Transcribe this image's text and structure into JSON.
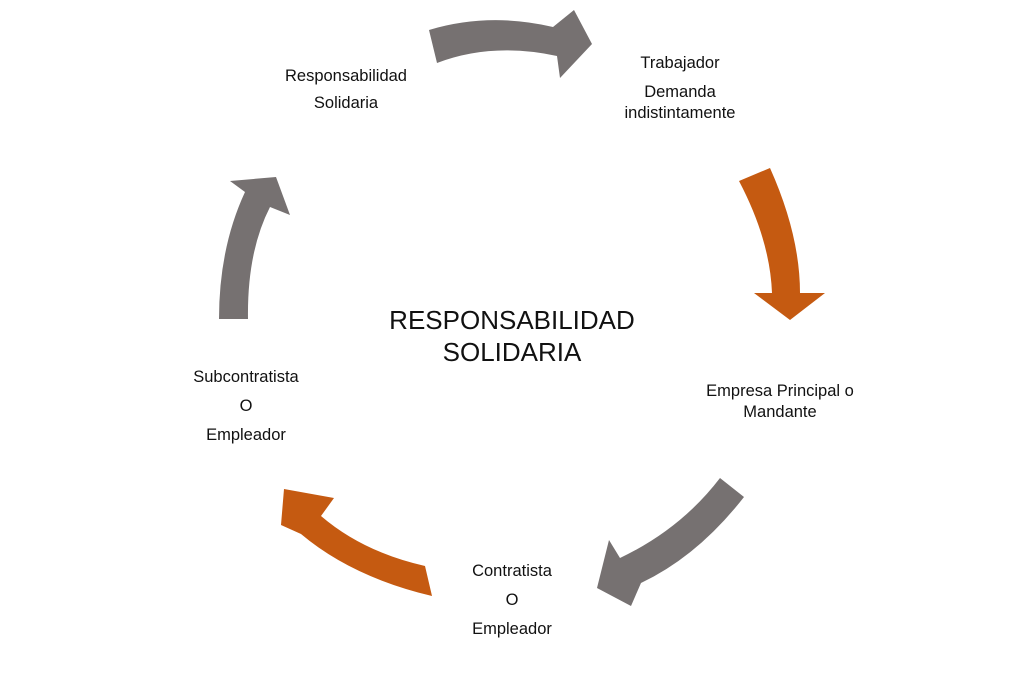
{
  "diagram": {
    "center_title": [
      "RESPONSABILIDAD",
      "SOLIDARIA"
    ],
    "nodes": {
      "responsabilidad": [
        "Responsabilidad",
        "Solidaria"
      ],
      "trabajador": [
        "Trabajador",
        "Demanda",
        "indistintamente"
      ],
      "empresa": [
        "Empresa Principal o",
        "Mandante"
      ],
      "contratista": [
        "Contratista",
        "O",
        "Empleador"
      ],
      "subcontratista": [
        "Subcontratista",
        "O",
        "Empleador"
      ]
    },
    "arrows": [
      {
        "name": "arrow-top",
        "from": "Responsabilidad Solidaria",
        "to": "Trabajador",
        "color": "#767171"
      },
      {
        "name": "arrow-right",
        "from": "Trabajador",
        "to": "Empresa Principal o Mandante",
        "color": "#C55A11"
      },
      {
        "name": "arrow-bottom-right",
        "from": "Empresa Principal o Mandante",
        "to": "Contratista",
        "color": "#767171"
      },
      {
        "name": "arrow-bottom-left",
        "from": "Contratista",
        "to": "Subcontratista",
        "color": "#C55A11"
      },
      {
        "name": "arrow-left",
        "from": "Subcontratista",
        "to": "Responsabilidad Solidaria",
        "color": "#767171"
      }
    ]
  }
}
